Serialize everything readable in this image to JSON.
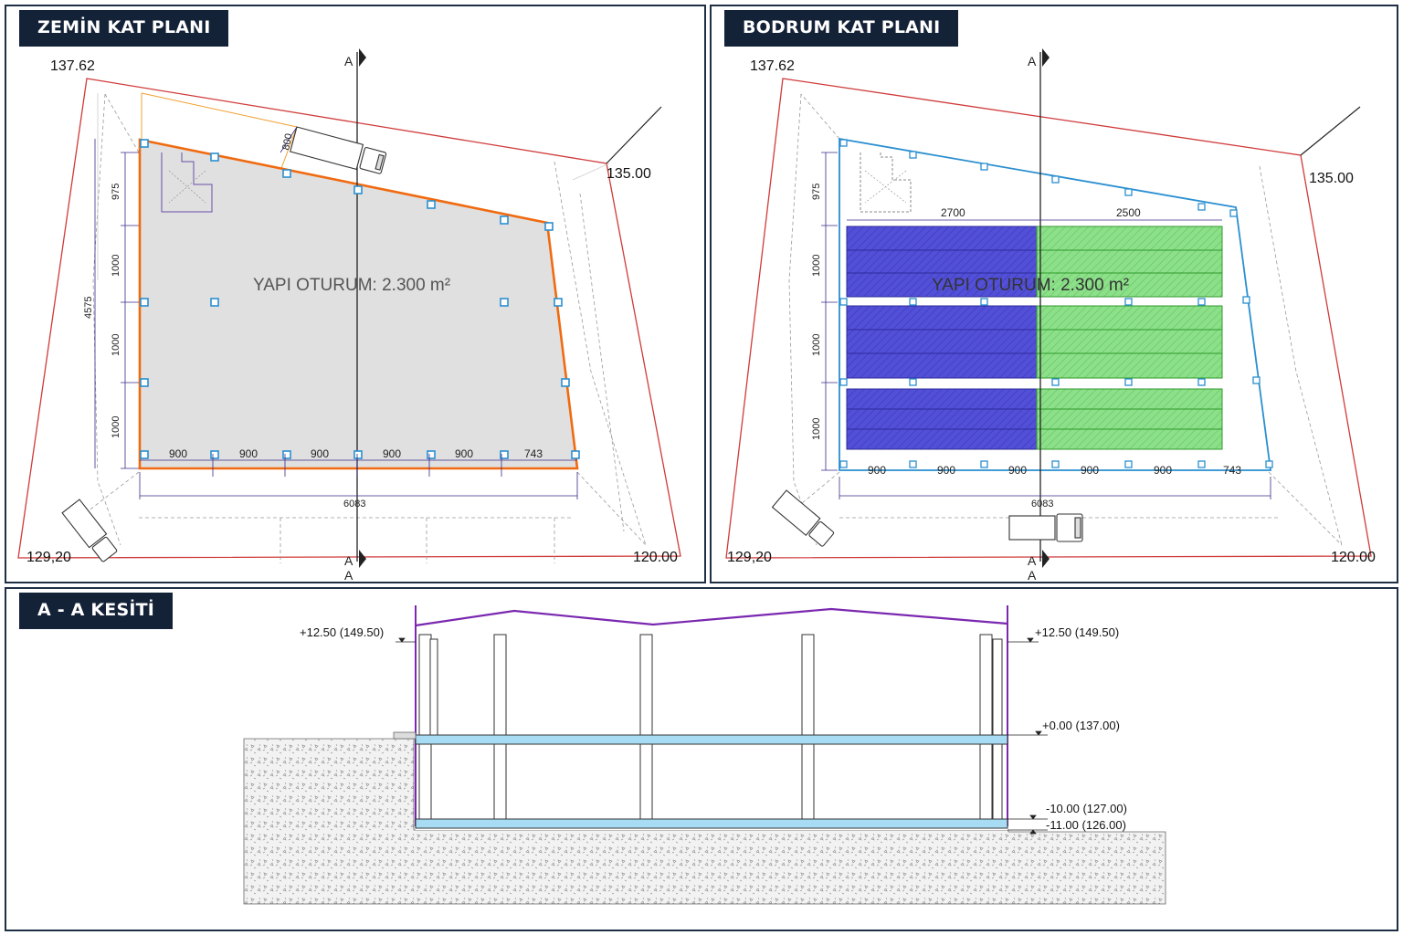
{
  "ground_plan": {
    "title": "ZEMİN KAT PLANI",
    "elev_top_left": "137.62",
    "elev_top_right": "135.00",
    "elev_bottom_left": "129,20",
    "elev_bottom_right": "120.00",
    "footprint_label": "YAPI OTURUM: 2.300 m²",
    "section_marker": "A",
    "dim_total": "6083",
    "dim_bottom": [
      "900",
      "900",
      "900",
      "900",
      "900",
      "743"
    ],
    "dim_left": [
      "975",
      "1000",
      "1000",
      "1000"
    ],
    "dim_left_total": "4575",
    "dim_diag": "800"
  },
  "basement_plan": {
    "title": "BODRUM KAT PLANI",
    "elev_top_left": "137.62",
    "elev_top_right": "135.00",
    "elev_bottom_left": "129,20",
    "elev_bottom_right": "120.00",
    "footprint_label": "YAPI OTURUM: 2.300 m²",
    "section_marker": "A",
    "dim_total": "6083",
    "dim_top": [
      "2700",
      "2500"
    ],
    "dim_bottom": [
      "900",
      "900",
      "900",
      "900",
      "900",
      "743"
    ],
    "dim_left": [
      "975",
      "1000",
      "1000",
      "1000"
    ]
  },
  "section": {
    "title": "A - A KESİTİ",
    "level_top_left": "+12.50 (149.50)",
    "level_top_right": "+12.50 (149.50)",
    "level_ground": "+0.00 (137.00)",
    "level_basement": "-10.00 (127.00)",
    "level_foundation": "-11.00 (126.00)"
  },
  "colors": {
    "panel_border": "#1f2f44",
    "title_bg": "#142238",
    "parcel_line": "#d03a3a",
    "ground_outline": "#f06a10",
    "basement_outline": "#2a8fd0",
    "column_marker": "#2a8fd0",
    "parking_blue": "#5350d8",
    "parking_green": "#8de08a",
    "section_roof": "#7a28b0",
    "slab": "#a8dcf4"
  }
}
